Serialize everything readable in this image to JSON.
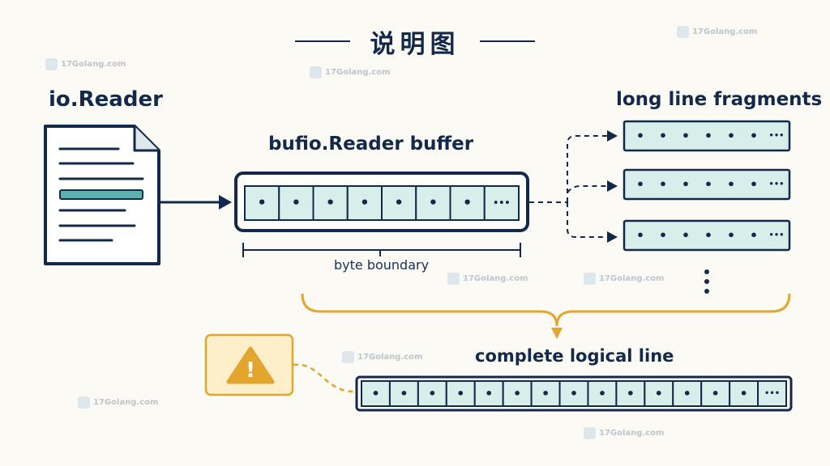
{
  "title": "说明图",
  "labels": {
    "reader": "io.Reader",
    "buffer": "bufio.Reader buffer",
    "fragments": "long line fragments",
    "boundary": "byte boundary",
    "logical_line": "complete logical line"
  },
  "cell_symbols": {
    "byte": "•",
    "overflow": "•••"
  },
  "buffer_cells": 8,
  "fragment_rows": 3,
  "logical_line_cells": 15,
  "warning_symbol": "!",
  "watermark": "17Golang.com",
  "colors": {
    "navy": "#13294b",
    "cell_fill": "#d8eeeb",
    "highlight_bar": "#5fb1b1",
    "amber": "#e3a52d",
    "warning_bg": "#fcefc9",
    "background": "#fbfaf4"
  }
}
